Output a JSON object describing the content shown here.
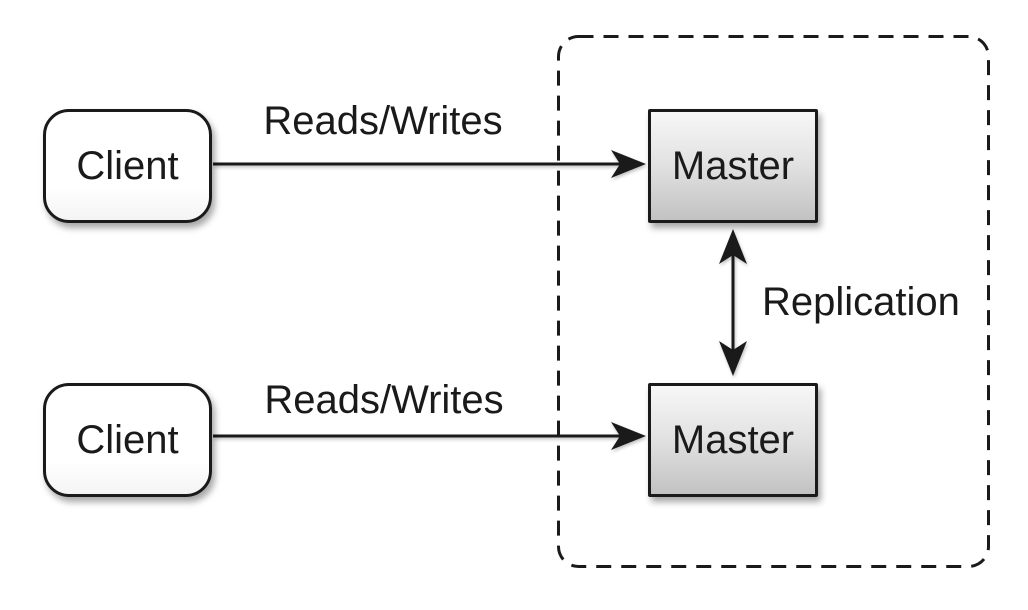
{
  "diagram": {
    "nodes": {
      "client_top": {
        "label": "Client"
      },
      "client_bottom": {
        "label": "Client"
      },
      "master_top": {
        "label": "Master"
      },
      "master_bottom": {
        "label": "Master"
      }
    },
    "edges": {
      "reads_writes_top": {
        "label": "Reads/Writes"
      },
      "reads_writes_bottom": {
        "label": "Reads/Writes"
      },
      "replication": {
        "label": "Replication"
      }
    },
    "colors": {
      "background": "#ffffff",
      "stroke": "#1a1a1a",
      "text": "#1a1a1a",
      "client_fill": "#ffffff",
      "master_fill_top": "#f7f7f7",
      "master_fill_bottom": "#c2c2c2",
      "boundary_dash": "#1a1a1a"
    }
  }
}
